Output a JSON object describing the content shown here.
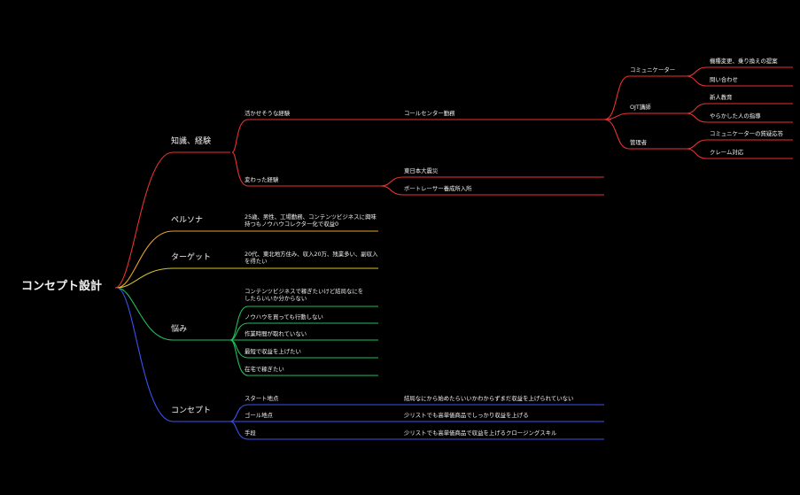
{
  "root": "コンセプト設計",
  "colors": {
    "red": "#e8322f",
    "orange": "#e8a12a",
    "yellow": "#d6c22e",
    "green": "#1fbf5a",
    "blue": "#3a53f0",
    "background": "#000000"
  },
  "branches": {
    "knowledge": {
      "label": "知識、経験",
      "useful": {
        "label": "活かせそうな経験",
        "callcenter": {
          "label": "コールセンター勤務",
          "communicator": {
            "label": "コミュニケーター",
            "items": [
              "機種変更、乗り換えの提案",
              "問い合わせ"
            ]
          },
          "ojt": {
            "label": "OJT講師",
            "items": [
              "新人教育",
              "やらかした人の指導"
            ]
          },
          "manager": {
            "label": "管理者",
            "items": [
              "コミュニケーターの質疑応答",
              "クレーム対応"
            ]
          }
        }
      },
      "unusual": {
        "label": "変わった経験",
        "items": [
          "東日本大震災",
          "ボートレーサー養成所入所"
        ]
      }
    },
    "persona": {
      "label": "ペルソナ",
      "detail": "25歳、男性、工場勤務、コンテンツビジネスに興味持つもノウハウコレクター化で収益0"
    },
    "target": {
      "label": "ターゲット",
      "detail": "20代、東北地方住み、収入20万、残業多い、副収入を得たい"
    },
    "worries": {
      "label": "悩み",
      "items": [
        "コンテンツビジネスで稼ぎたいけど結局なにをしたらいいか分からない",
        "ノウハウを買っても行動しない",
        "作業時間が取れていない",
        "最短で収益を上げたい",
        "在宅で稼ぎたい"
      ]
    },
    "concept": {
      "label": "コンセプト",
      "rows": [
        {
          "key": "スタート地点",
          "value": "結局なにから始めたらいいかわからずまだ収益を上げられていない"
        },
        {
          "key": "ゴール地点",
          "value": "少リストでも高単価商品でしっかり収益を上げる"
        },
        {
          "key": "手段",
          "value": "少リストでも高単価商品で収益を上げるクロージングスキル"
        }
      ]
    }
  }
}
